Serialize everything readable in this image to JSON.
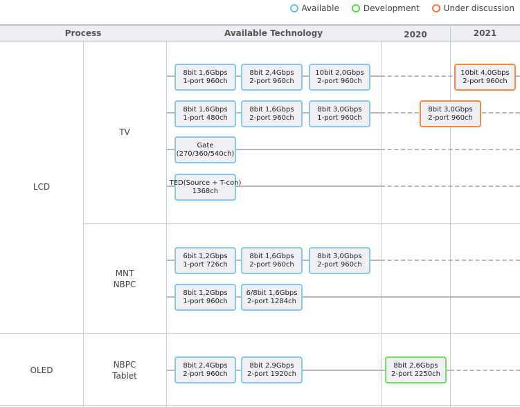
{
  "legend": {
    "available": "Available",
    "development": "Development",
    "discussion": "Under discussion"
  },
  "colors": {
    "available": "#6bbbe8",
    "development": "#55d63f",
    "discussion": "#ef7b33"
  },
  "header": {
    "process": "Process",
    "technology": "Available Technology",
    "year2020": "2020",
    "year2021": "2021"
  },
  "processes": {
    "lcd": "LCD",
    "oled": "OLED",
    "tv": "TV",
    "mnt_line1": "MNT",
    "mnt_line2": "NBPC",
    "nbpc_line1": "NBPC",
    "nbpc_line2": "Tablet"
  },
  "rows": [
    {
      "group": "tv",
      "boxes": [
        {
          "l1": "8bit 1,6Gbps",
          "l2": "1-port 960ch",
          "status": "available"
        },
        {
          "l1": "8bit 2,4Gbps",
          "l2": "2-port 960ch",
          "status": "available"
        },
        {
          "l1": "10bit 2,0Gbps",
          "l2": "2-port 960ch",
          "status": "available"
        },
        {
          "l1": "10bit 4,0Gbps",
          "l2": "2-port 960ch",
          "status": "discussion",
          "year": "2021"
        }
      ]
    },
    {
      "group": "tv",
      "boxes": [
        {
          "l1": "8bit 1,6Gbps",
          "l2": "1-port 480ch",
          "status": "available"
        },
        {
          "l1": "8bit 1,6Gbps",
          "l2": "2-port 960ch",
          "status": "available"
        },
        {
          "l1": "8bit 3,0Gbps",
          "l2": "1-port 960ch",
          "status": "available"
        },
        {
          "l1": "8bit 3,0Gbps",
          "l2": "2-port 960ch",
          "status": "discussion",
          "year": "2020-2021"
        }
      ]
    },
    {
      "group": "tv",
      "boxes": [
        {
          "l1": "Gate",
          "l2": "(270/360/540ch)",
          "status": "available"
        }
      ]
    },
    {
      "group": "tv",
      "boxes": [
        {
          "l1": "TED(Source + T-con)",
          "l2": "1368ch",
          "status": "available"
        }
      ]
    },
    {
      "group": "mnt",
      "boxes": [
        {
          "l1": "6bit 1,2Gbps",
          "l2": "1-port 726ch",
          "status": "available"
        },
        {
          "l1": "8bit 1,6Gbps",
          "l2": "2-port 960ch",
          "status": "available"
        },
        {
          "l1": "8bit 3,0Gbps",
          "l2": "2-port 960ch",
          "status": "available"
        }
      ]
    },
    {
      "group": "mnt",
      "boxes": [
        {
          "l1": "8bit 1,2Gbps",
          "l2": "1-port 960ch",
          "status": "available"
        },
        {
          "l1": "6/8bit 1,6Gbps",
          "l2": "2-port 1284ch",
          "status": "available"
        }
      ]
    },
    {
      "group": "oled",
      "boxes": [
        {
          "l1": "8bit 2,4Gbps",
          "l2": "2-port 960ch",
          "status": "available"
        },
        {
          "l1": "8bit 2,9Gbps",
          "l2": "2-port 1920ch",
          "status": "available"
        },
        {
          "l1": "8bit 2,6Gbps",
          "l2": "2-port 2250ch",
          "status": "development",
          "year": "2020"
        }
      ]
    }
  ]
}
